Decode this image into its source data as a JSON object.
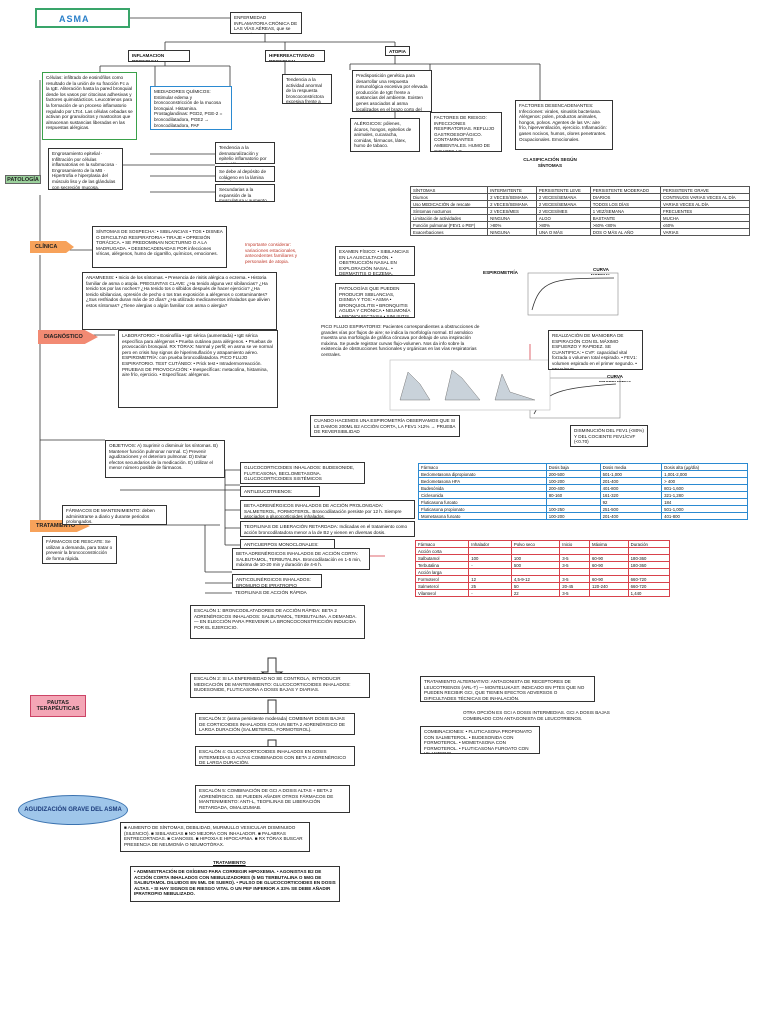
{
  "title": "ASMA",
  "definition": "ENFERMEDAD INFLAMATORIA CRÓNICA DE LAS VÍAS AÉREAS, que se caracteriza por:",
  "branches": {
    "inflamacion": "INFLAMACION BRONQUIAL",
    "hiperreactividad": "HIPERREACTIVIDAD BRONQUIAL",
    "atopia": "ATOPIA"
  },
  "celulas": "Células: infiltrado de eosinófilos como resultado de la unión de su fracción Fc a la IgE. Aliteración hasta la pared bronquial desde los vasos por citocinas adhesivas y factores quimiotácticos. Leucotrienos para la formación de un proceso inflamatorio regulado por LTc4. Las células cebadas se activan por granulocitos y mastocitos que almacenan sustancias liberadas en las respuestas alérgicas.",
  "mediadores": "MEDIADORES QUÍMICOS: Estimular edema y broncoconstricción de la mucosa bronquial. Histamina. Prostaglandinas: PGD2, PGE-2 = broncodilatadora, PGE2 → broncodilatadora, PAF",
  "hiperreact_text": "Tendencia a la actividad anormal de la respuesta broncoconstrictora excesiva frente a estímulo físico o químico.",
  "atopia_text": "Predisposición genética para desarrollar una respuesta inmunológica excesiva por elevada producción de IgE frente a sustancias del ambiente. Existen genes asociados al asma localizados en el brazo corto del cromosoma 5 y en diversos cromosomas como el 6, 11, 12, 14 y 5q.",
  "alergicos": "ALÉRGICOS: pólenes, ácaros, hongos, epitelios de animales, cucaracha, comidas, fármacos, látex, humo de tabaco.",
  "factores_riesgo": "FACTORES DE RIESGO: INFECCIONES RESPIRATORIAS. REFLUJO GASTROESOFÁGICO. CONTAMINANTES AMBIENTALES. HUMO DE CIGARRILLO.",
  "factores_desencadenantes": "FACTORES DESENCADENANTES: Infecciones: virales, sinusitis bacteriana. Alérgenos: polen, productos animales, hongos, polvos. Agentes de las VA: aire frío, hiperventilación, ejercicio. Inflamación: gases nocivos, humos, olores penetrantes. Ocupacionales. Emocionales.",
  "fisiopatologia_tag": "PATOLOGÍA",
  "fisio_left": "Engrosamiento epitelial · Infiltración por células inflamatorias en la submucosa · Engrosamiento de la MB · Hipertrofia e hiperplasia del músculo liso y de las glándulas con secreción mucosa.",
  "fisio_1": "Tendencia a la desnaturalización y epitelio inflamatorio por eosinófilos activos.",
  "fisio_2": "Se debe al depósito de colágeno en la lámina reticular.",
  "fisio_3": "Secundarias a la expansión de la musculatura y aumento de la mucosa.",
  "clasificacion": "CLASIFICACIÓN SEGÚN SÍNTOMAS",
  "class_table": {
    "header": [
      "SÍNTOMAS",
      "INTERMITENTE",
      "PERSISTENTE LEVE",
      "PERSISTENTE MODERADO",
      "PERSISTENTE GRAVE"
    ],
    "rows": [
      [
        "Diurnos",
        "2 VECES/SEMANA",
        "2 VECES/SEMANA",
        "DIARIOS",
        "CONTINUOS VARIAS VECES AL DÍA"
      ],
      [
        "Uso MEDICACIÓN de rescate",
        "2 VECES/SEMANA",
        "2 VECES/SEMANA",
        "TODOS LOS DÍAS",
        "VARIAS VECES AL DÍA"
      ],
      [
        "Síntomas nocturnos",
        "2 VECES/MES",
        "2 VECES/MES",
        "1 VEZ/SEMANA",
        "FRECUENTES"
      ],
      [
        "Limitación de actividades",
        "NINGUNA",
        "ALGO",
        "BASTANTE",
        "MUCHA"
      ],
      [
        "Función pulmonar (FEV1 o PEF)",
        ">80%",
        ">80%",
        ">60% <80%",
        "≤60%"
      ],
      [
        "Exacerbaciones",
        "NINGUNA",
        "UNA O MÁS",
        "DOS O MÁS AL AÑO",
        "VARIAS"
      ]
    ]
  },
  "clinica_tag": "CLÍNICA",
  "clinica": "SÍNTOMAS DE SOSPECHA: • SIBILANCIAS • TOS • DISNEA O DIFICULTAD RESPIRATORIA • TIRAJE • OPRESIÓN TORÁCICA. • SE PREDOMINAN NOCTURNO O A LA MADRUGADA. • DESENCADENADAS POR infecciones víricas, alérgenos, humo de cigarrillo, químicos, emociones.",
  "importante": "Importante considerar: variaciones estacionales, antecedentes familiares y personales de atopia.",
  "anamnesis": "ANAMNESIS: • Inicio de los síntomas. • Presencia de rinitis alérgica o eczema. • Historia familiar de asma o atopia. PREGUNTAS CLAVE: ¿Ha tenido alguna vez sibilancias? ¿Ha tenido tos por las noches? ¿Ha tenido tos o silbidos después de hacer ejercicio? ¿Ha tenido sibilancias, opresión de pecho o tos tras exposición a alérgenos o contaminantes? ¿Sus resfriados duran más de 10 días? ¿Ha utilizado medicamentos inhalados que alivien estos síntomas? ¿Tiene alergias o algún familiar con asma o alergia?",
  "examen_fisico": "EXAMEN FÍSICO: • SIBILANCIAS EN LA AUSCULTACIÓN. • OBSTRUCCIÓN NASAL EN EXPLORACIÓN NASAL. • DERMATITIS O ECZEMA.",
  "dx_diferencial": "PATOLOGÍAS QUE PUEDEN PRODUCIR SIBILANCIAS, DISNEA Y TOS: • ASMA • BRONQUIOLITIS • BRONQUITIS AGUDA Y CRÓNICA • NEUMONÍA • BRONQUIECTASIA • SINUSITIS • TBC • EPOC • ICAR • FIBROSIS QUÍSTICA • ERGE",
  "espirometria": "ESPIROMETRÍA",
  "curva_normal": "CURVA NORMAL",
  "curva_obstructiva": "CURVA OBSTRUCTIVA",
  "espiro_note": "REALIZACIÓN DE MANIOBRA DE ESPIRACIÓN CON EL MÁXIMO ESFUERZO Y RAPIDEZ. SE CUANTIFICA: • CVF: capacidad vital forzada o volumen total espirado. • FEV1: volumen espirado en el primer segundo. • FEV1/CVF",
  "disminucion": "DISMINUCIÓN DEL FEV1 (<80%) Y DEL COCIENTE FEV1/CVF (<0.70)",
  "diagnostico_tag": "DIAGNÓSTICO",
  "laboratorio": "LABORATORIO: • Eosinofilia • IgE sérica (aumentada) • IgE sérica específica para alérgenos • Prueba cutánea para alérgenos. • Pruebas de provocación bronquial. RX TÓRAX: Normal y perfil; en asma se ve normal pero en crisis hay signos de hiperinsuflación y atrapamiento aéreo. ESPIROMETRÍA: con prueba broncodilatadora. PICO FLUJO ESPIRATORIO. TEST CUTÁNEO: • Prick test • Intradermorreacción. PRUEBAS DE PROVOCACIÓN: • Inespecíficas: metacolina, histamina, aire frío, ejercicio. • Específicas: alérgenos.",
  "pico_flujo": "PICO FLUJO ESPIRATORIO: Pacientes correspondientes a obstrucciones de grandes vías por flujos de aire; se indica la morfología normal. El asmático muestra una morfología de gráfica cóncava por debajo de una inspiración máxima. Se puede registrar curvas flujo-volumen. Nos da info sobre la existencia de obstrucciones funcionales y orgánicas en las vías respiratorias centrales.",
  "broncodilatador_note": "CUANDO HACEMOS UNA ESPIROMETRÍA OBSERVAMOS QUE SI LE DAMOS 200ML B2 ACCIÓN CORTA, LA FEV1 >12% → PRUEBA DE REVERSIBILIDAD",
  "tratamiento_tag": "TRATAMIENTO",
  "objetivos": "OBJETIVOS: A) Suprimir o disminuir los síntomas. B) Mantener función pulmonar normal. C) Prevenir agudizaciones y el deterioro pulmonar. D) Evitar efectos secundarios de la medicación. E) Utilizar el menor número posible de fármacos.",
  "farmacos_mant": "FÁRMACOS DE MANTENIMIENTO: deben administrarse a diario y durante periodos prolongados.",
  "farmacos_rescate": "FÁRMACOS DE RESCATE: Se utilizan a demanda, para tratar o prevenir la broncoconstricción de forma rápida.",
  "gc_inhalados": "GLUCOCORTICOIDES INHALADOS: BUDESONIDE, FLUTICASONA, BECLOMETASONA. GLUCOCORTICOIDES SISTÉMICOS",
  "anti_leuco": "ANTILEUCOTRIENOS: MONTELUKAST",
  "beta_larga": "BETA ADRENÉRGICOS INHALADOS DE ACCIÓN PROLONGADA: SALMETEROL, FORMOTEROL. Broncodilatación persiste por 12 h. Siempre asociados a glucocorticoides inhalados.",
  "teofilinas": "TEOFILINAS DE LIBERACIÓN RETARDADA: Indicadas en el tratamiento como acción broncodilatadora menor a la de B2 y vienen en diversas dosis.",
  "anti_ig": "ANTICUERPOS MONOCLONALES: OMALIZUMAB",
  "beta_corta": "BETA ADRENÉRGICOS INHALADOS DE ACCIÓN CORTA: SALBUTAMOL, TERBUTALINA. Broncodilatación en 1-5 min, máxima de 10-20 min y duración de 4-6 h.",
  "anticolinergicos": "ANTICOLINÉRGICOS INHALADOS: BROMURO DE IPRATROPIO",
  "teofilinas_rapida": "TEOFILINAS DE ACCIÓN RÁPIDA",
  "dosis_table": {
    "header": [
      "Fármaco",
      "Dosis baja",
      "Dosis media",
      "Dosis alta (µg/día)"
    ],
    "rows": [
      [
        "Beclometasona dipropionato",
        "200-500",
        "501-1,000",
        "1,001-2,000"
      ],
      [
        "Beclometasona HFA",
        "100-200",
        "201-400",
        "> 400"
      ],
      [
        "Budesónida",
        "200-400",
        "401-800",
        "801-1,600"
      ],
      [
        "Ciclesonida",
        "80-160",
        "161-320",
        "321-1,280"
      ],
      [
        "Fluticasona furoato",
        "",
        "92",
        "184"
      ],
      [
        "Fluticasona propionato",
        "100-250",
        "251-500",
        "501-1,000"
      ],
      [
        "Mometasona furoato",
        "100-200",
        "201-400",
        "401-800"
      ]
    ]
  },
  "beta_table": {
    "header": [
      "Fármaco",
      "Inhalador",
      "Polvo seco",
      "Inicio",
      "Máxima",
      "Duración"
    ],
    "rows": [
      [
        "Acción corta",
        "",
        "",
        "",
        "",
        ""
      ],
      [
        "Salbutamol",
        "100",
        "100",
        "3-5",
        "60-90",
        "180-360"
      ],
      [
        "Terbutalina",
        "-",
        "500",
        "3-5",
        "60-90",
        "180-360"
      ],
      [
        "Acción larga",
        "",
        "",
        "",
        "",
        ""
      ],
      [
        "Formoterol",
        "12",
        "4,5-9-12",
        "3-5",
        "60-90",
        "660-720"
      ],
      [
        "Salmeterol",
        "25",
        "50",
        "20-45",
        "120-240",
        "660-720"
      ],
      [
        "Vilanterol",
        "-",
        "22",
        "3-5",
        "",
        "1,440"
      ]
    ]
  },
  "pautas_tag": "PAUTAS TERAPÉUTICAS",
  "escalon1": "ESCALÓN 1: BRONCODILATADORES DE ACCIÓN RÁPIDA: BETA 2 ADRENÉRGICOS INHALADOS: SALBUTAMOL, TERBUTALINA. A DEMANDA. — EN ELECCIÓN PARA PREVENIR LA BRONCOCONSTRICCIÓN INDUCIDA POR EL EJERCICIO.",
  "escalon2": "ESCALÓN 2: SI LA ENFERMEDAD NO SE CONTROLA, INTRODUCIR MEDICACIÓN DE MANTENIMIENTO: GLUCOCORTICOIDES INHALADOS: BUDESONIDE, FLUTICASONA A DOSIS BAJAS Y DIARIAS.",
  "escalon3": "ESCALÓN 3: (asma persistente moderada) COMBINAR DOSIS BAJAS DE CORTICOIDES INHALADOS CON UN BETA 2 ADRENÉRGICO DE LARGA DURACIÓN (SALMETEROL, FORMOTEROL).",
  "escalon4": "ESCALÓN 4: GLUCOCORTICOIDES INHALADOS EN DOSIS INTERMEDIAS O ALTAS COMBINADOS CON BETA 2 ADRENÉRGICO DE LARGA DURACIÓN.",
  "escalon5": "ESCALÓN 5: COMBINACIÓN DE GCI A DOSIS ALTAS + BETA 2 ADRENÉRGICO. SE PUEDEN AÑADIR OTROS FÁRMACOS DE MANTENIMIENTO: ANTI-L, TEOFILINAS DE LIBERACIÓN RETARDADA, OMALIZUMAB.",
  "tto_alternativo": "TRATAMIENTO ALTERNATIVO: ANTAGONISTA DE RECEPTORES DE LEUCOTRIENOS (ARL-T) — MONTELUKAST. INDICADO EN PTES QUE NO PUEDEN RECIBIR GCI, QUE TIENEN EFECTOS ADVERSOS O DIFICULTADES TÉCNICAS DE INHALACIÓN.",
  "otra_opcion": "OTRA OPCIÓN ES GCI A DOSIS INTERMEDIAS. GCI A DOSIS BAJAS COMBINADO CON ANTAGONISTA DE LEUCOTRIENOS.",
  "combinaciones": "COMBINACIONES: • FLUTICASONA PROPIONATO CON SALMETEROL. • BUDESONIDA CON FORMOTEROL. • MOMETASONA CON FORMOTEROL. • FLUTICASONA FUROATO CON VILANTEROL.",
  "agudizacion": "AGUDIZACIÓN GRAVE DEL ASMA",
  "agudizacion_signos": "■ AUMENTO DE SÍNTOMAS, DEBILIDAD, MURMULLO VESICULAR DISMINUIDO (SILENCIO). ■ SIBILANCIAS ■ NO MEJORA CON INHALADOR. ■ PALABRAS ENTRECORTADAS. ■ CIANOSIS. ■ HIPOXIA E HIPOCAPNIA. ■ RX TÓRAX BUSCAR PRESENCIA DE NEUMONÍA O NEUMOTÓRAX.",
  "tto_crisis_title": "TRATAMIENTO",
  "tto_crisis": "• ADMINISTRACIÓN DE OXÍGENO PARA CORREGIR HIPOXEMIA. • AGONISTAS B2 DE ACCIÓN CORTA INHALADOS CON NEBULIZADORES (5 MG TERBUTALINA O 5MG DE SALBUTAMOL DILUIDOS EN 5ML DE SUERO). • PULSO DE GLUCOCORTICOIDES EN DOSIS ALTAS. • SI HAY SIGNOS DE RIESGO VITAL O UN PEF INFERIOR A 33% SE DEBE AÑADIR IPRATROPIO NEBULIZADO.",
  "colors": {
    "green": "#39a56a",
    "blue": "#2b8ad1",
    "orange": "#f7a25a",
    "red": "#d8424c"
  }
}
